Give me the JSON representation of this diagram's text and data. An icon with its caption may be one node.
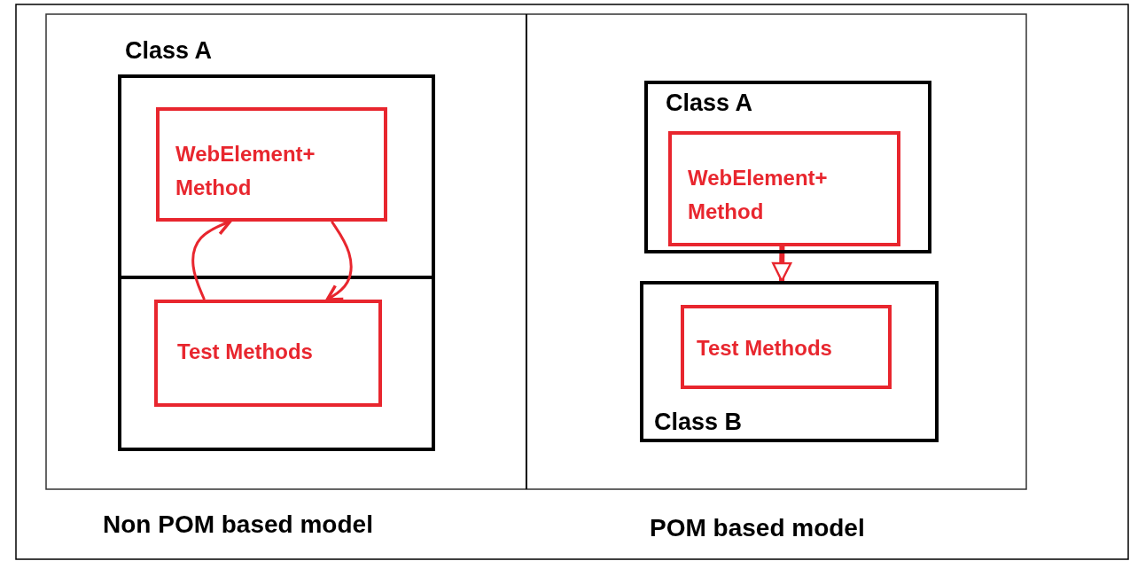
{
  "diagram": {
    "nodes": [
      {
        "text": [
          "Class A"
        ]
      },
      {
        "text": [
          "WebElement+ Method"
        ],
        "in": 0
      },
      {
        "text": [
          "Test Methods"
        ],
        "in": 0
      },
      {
        "text": [
          "Class A"
        ]
      },
      {
        "text": [
          "WebElement+ Method"
        ],
        "in": 3
      },
      {
        "text": [
          "Class B"
        ]
      },
      {
        "text": [
          "Test Methods"
        ],
        "in": 5
      }
    ],
    "edges": [
      {
        "from": 2,
        "to": 1,
        "arrow": "to"
      },
      {
        "from": 1,
        "to": 2,
        "arrow": "to"
      },
      {
        "from": 4,
        "to": 5,
        "arrow": "to",
        "style": "thick"
      }
    ],
    "labels": [
      "Non POM based model",
      "POM based model"
    ]
  }
}
